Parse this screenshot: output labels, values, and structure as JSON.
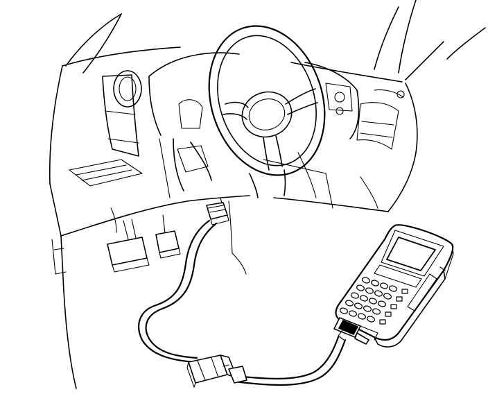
{
  "figure": {
    "description_tags": [
      "vehicle-interior",
      "scan-tool",
      "dlc-connector",
      "cable"
    ],
    "line_color": "#000000",
    "background_color": "#ffffff",
    "icons": [
      "steering-wheel-icon",
      "scan-tool-icon",
      "connector-icon"
    ]
  },
  "scan_tool": {
    "key_rows": 5,
    "key_cols": 4
  }
}
